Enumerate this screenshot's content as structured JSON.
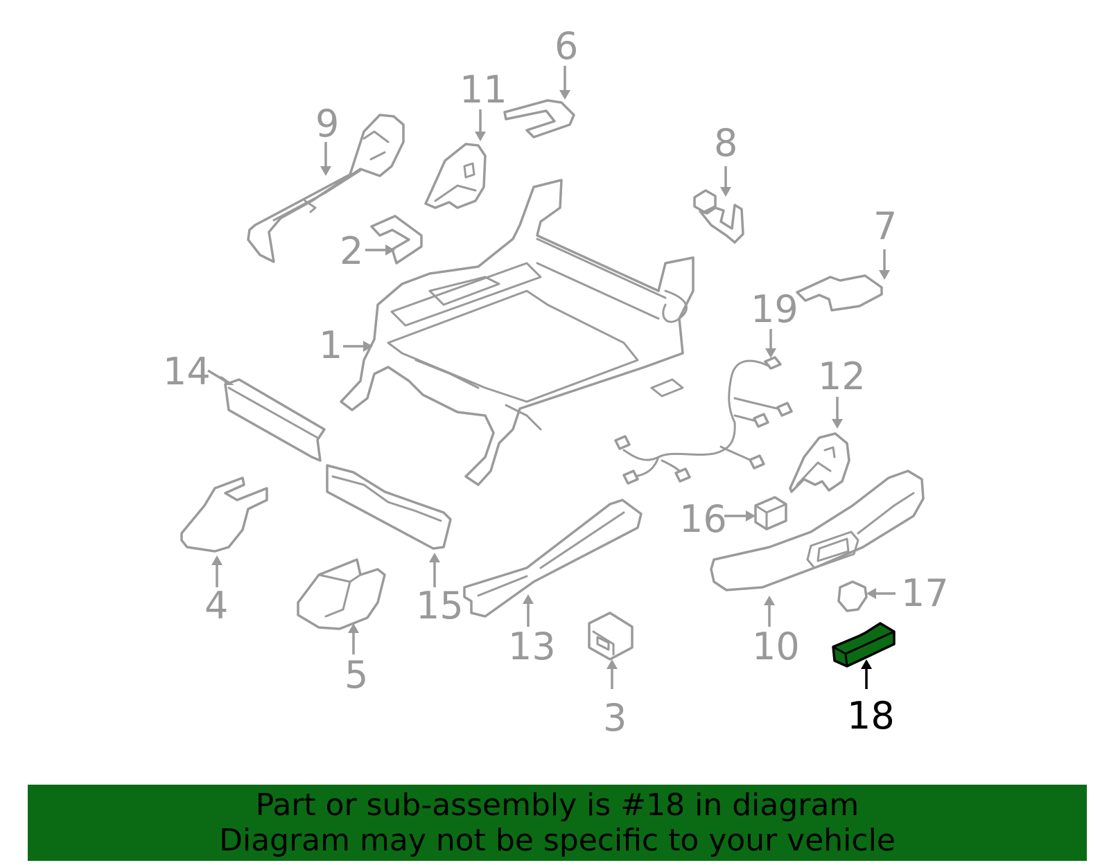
{
  "diagram": {
    "callouts": [
      "1",
      "2",
      "3",
      "4",
      "5",
      "6",
      "7",
      "8",
      "9",
      "10",
      "11",
      "12",
      "13",
      "14",
      "15",
      "16",
      "17",
      "18",
      "19"
    ],
    "selected_part": "18",
    "highlight_color": "#0b6b14",
    "line_color": "#9a9a9a"
  },
  "banner": {
    "line1": "Part or sub-assembly is #18 in diagram",
    "line2": "Diagram may not be specific to your vehicle",
    "background": "#0b6b14",
    "text_color": "#000000"
  }
}
